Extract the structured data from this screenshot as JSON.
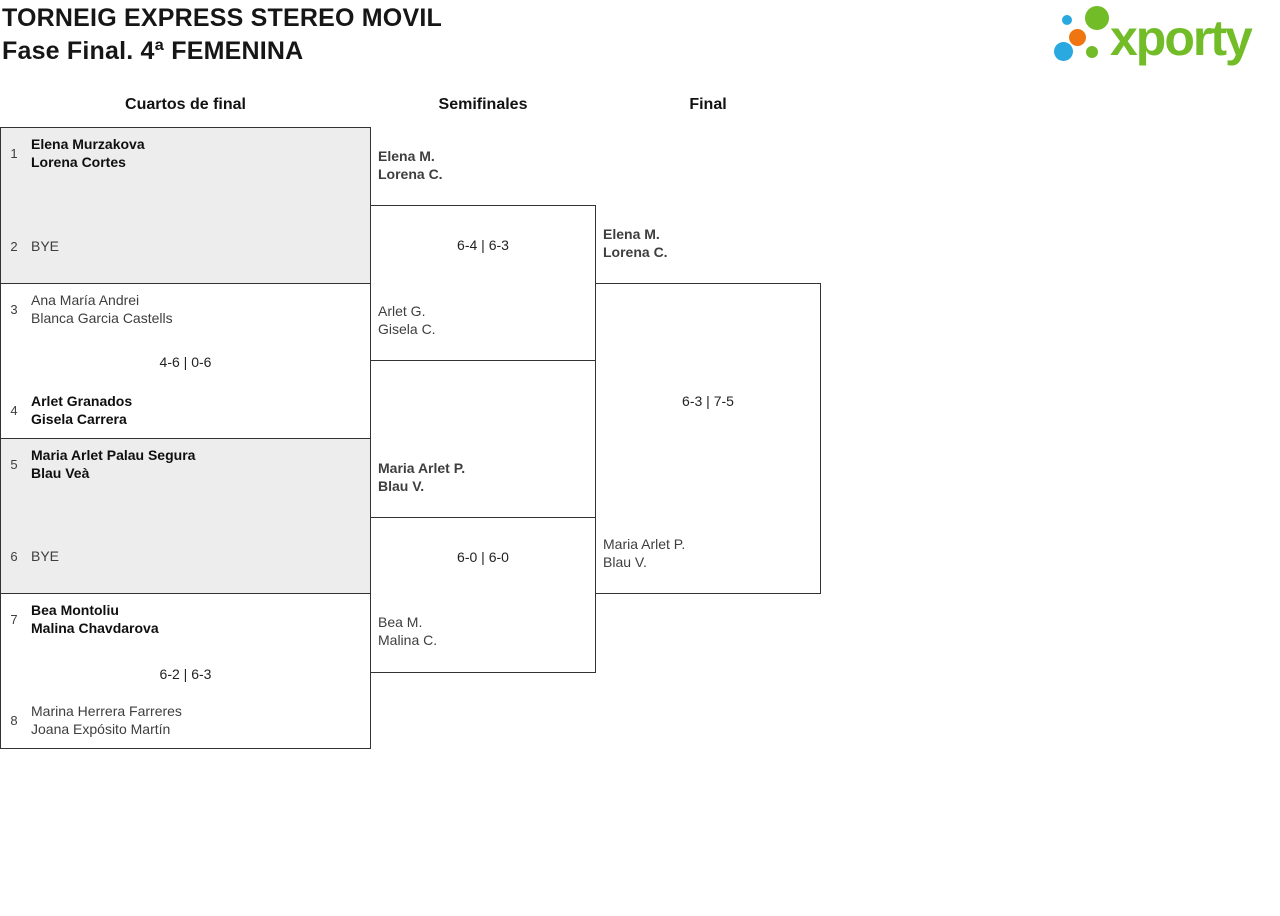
{
  "header": {
    "title": "TORNEIG EXPRESS STEREO MOVIL",
    "subtitle": "Fase Final. 4ª FEMENINA"
  },
  "logo": {
    "text": "xporty",
    "colors": {
      "green": "#72bc27",
      "blue": "#2aa8e0",
      "orange": "#ee7510"
    }
  },
  "rounds": {
    "quarterfinals": "Cuartos de final",
    "semifinals": "Semifinales",
    "final": "Final"
  },
  "quarterfinals": [
    {
      "top_seed": "1",
      "top_line1": "Elena Murzakova",
      "top_line2": "Lorena Cortes",
      "bottom_seed": "2",
      "bottom_line1": "BYE",
      "bottom_line2": "",
      "score": "",
      "winner": "top",
      "shaded": true
    },
    {
      "top_seed": "3",
      "top_line1": "Ana María Andrei",
      "top_line2": "Blanca Garcia Castells",
      "bottom_seed": "4",
      "bottom_line1": "Arlet Granados",
      "bottom_line2": "Gisela Carrera",
      "score": "4-6 | 0-6",
      "winner": "bottom",
      "shaded": false
    },
    {
      "top_seed": "5",
      "top_line1": "Maria Arlet Palau Segura",
      "top_line2": "Blau Veà",
      "bottom_seed": "6",
      "bottom_line1": "BYE",
      "bottom_line2": "",
      "score": "",
      "winner": "top",
      "shaded": true
    },
    {
      "top_seed": "7",
      "top_line1": "Bea Montoliu",
      "top_line2": "Malina Chavdarova",
      "bottom_seed": "8",
      "bottom_line1": "Marina Herrera Farreres",
      "bottom_line2": "Joana Expósito Martín",
      "score": "6-2 | 6-3",
      "winner": "top",
      "shaded": false
    }
  ],
  "semifinals": [
    {
      "top_line1": "Elena M.",
      "top_line2": "Lorena C.",
      "bottom_line1": "Arlet G.",
      "bottom_line2": "Gisela C.",
      "score": "6-4 | 6-3",
      "winner": "top"
    },
    {
      "top_line1": "Maria Arlet P.",
      "top_line2": "Blau V.",
      "bottom_line1": "Bea M.",
      "bottom_line2": "Malina C.",
      "score": "6-0 | 6-0",
      "winner": "top"
    }
  ],
  "final": {
    "top_line1": "Elena M.",
    "top_line2": "Lorena C.",
    "bottom_line1": "Maria Arlet P.",
    "bottom_line2": "Blau V.",
    "score": "6-3 | 7-5",
    "winner": "top"
  }
}
